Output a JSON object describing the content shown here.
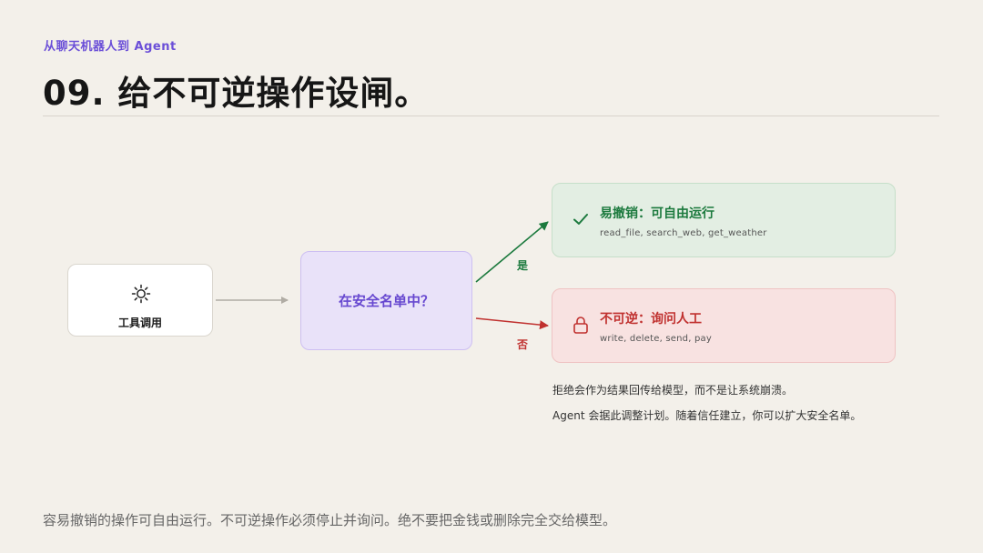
{
  "header": {
    "kicker": "从聊天机器人到 Agent",
    "title": "09. 给不可逆操作设闸。"
  },
  "diagram": {
    "tool_node": {
      "label": "工具调用",
      "icon": "gear-icon"
    },
    "decision_node": {
      "label": "在安全名单中？"
    },
    "branches": {
      "yes_label": "是",
      "no_label": "否"
    },
    "outcomes": {
      "safe": {
        "title": "易撤销：可自由运行",
        "detail": "read_file, search_web, get_weather",
        "icon": "check-icon",
        "color": "#1c7a3e"
      },
      "irreversible": {
        "title": "不可逆：询问人工",
        "detail": "write, delete, send, pay",
        "icon": "lock-icon",
        "color": "#c0312f"
      }
    },
    "notes": [
      "拒绝会作为结果回传给模型，而不是让系统崩溃。",
      "Agent 会据此调整计划。随着信任建立，你可以扩大安全名单。"
    ]
  },
  "footer": {
    "text": "容易撤销的操作可自由运行。不可逆操作必须停止并询问。绝不要把金钱或删除完全交给模型。"
  },
  "colors": {
    "accent": "#6b4fd8",
    "safe": "#1c7a3e",
    "danger": "#c0312f",
    "background": "#f3f0ea"
  }
}
